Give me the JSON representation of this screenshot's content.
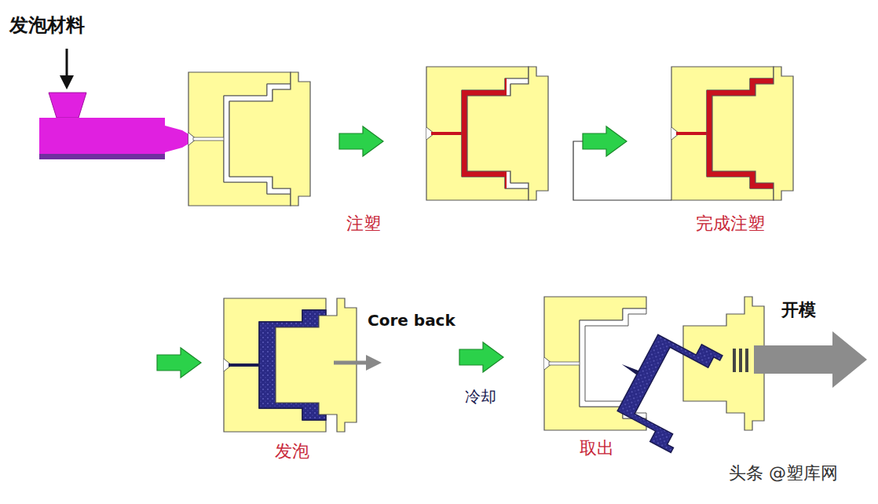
{
  "diagram": {
    "labels": [
      "发泡材料",
      "注塑",
      "完成注塑",
      "Core back",
      "发泡",
      "冷却",
      "取出",
      "开模",
      "头条 @塑库网"
    ]
  }
}
